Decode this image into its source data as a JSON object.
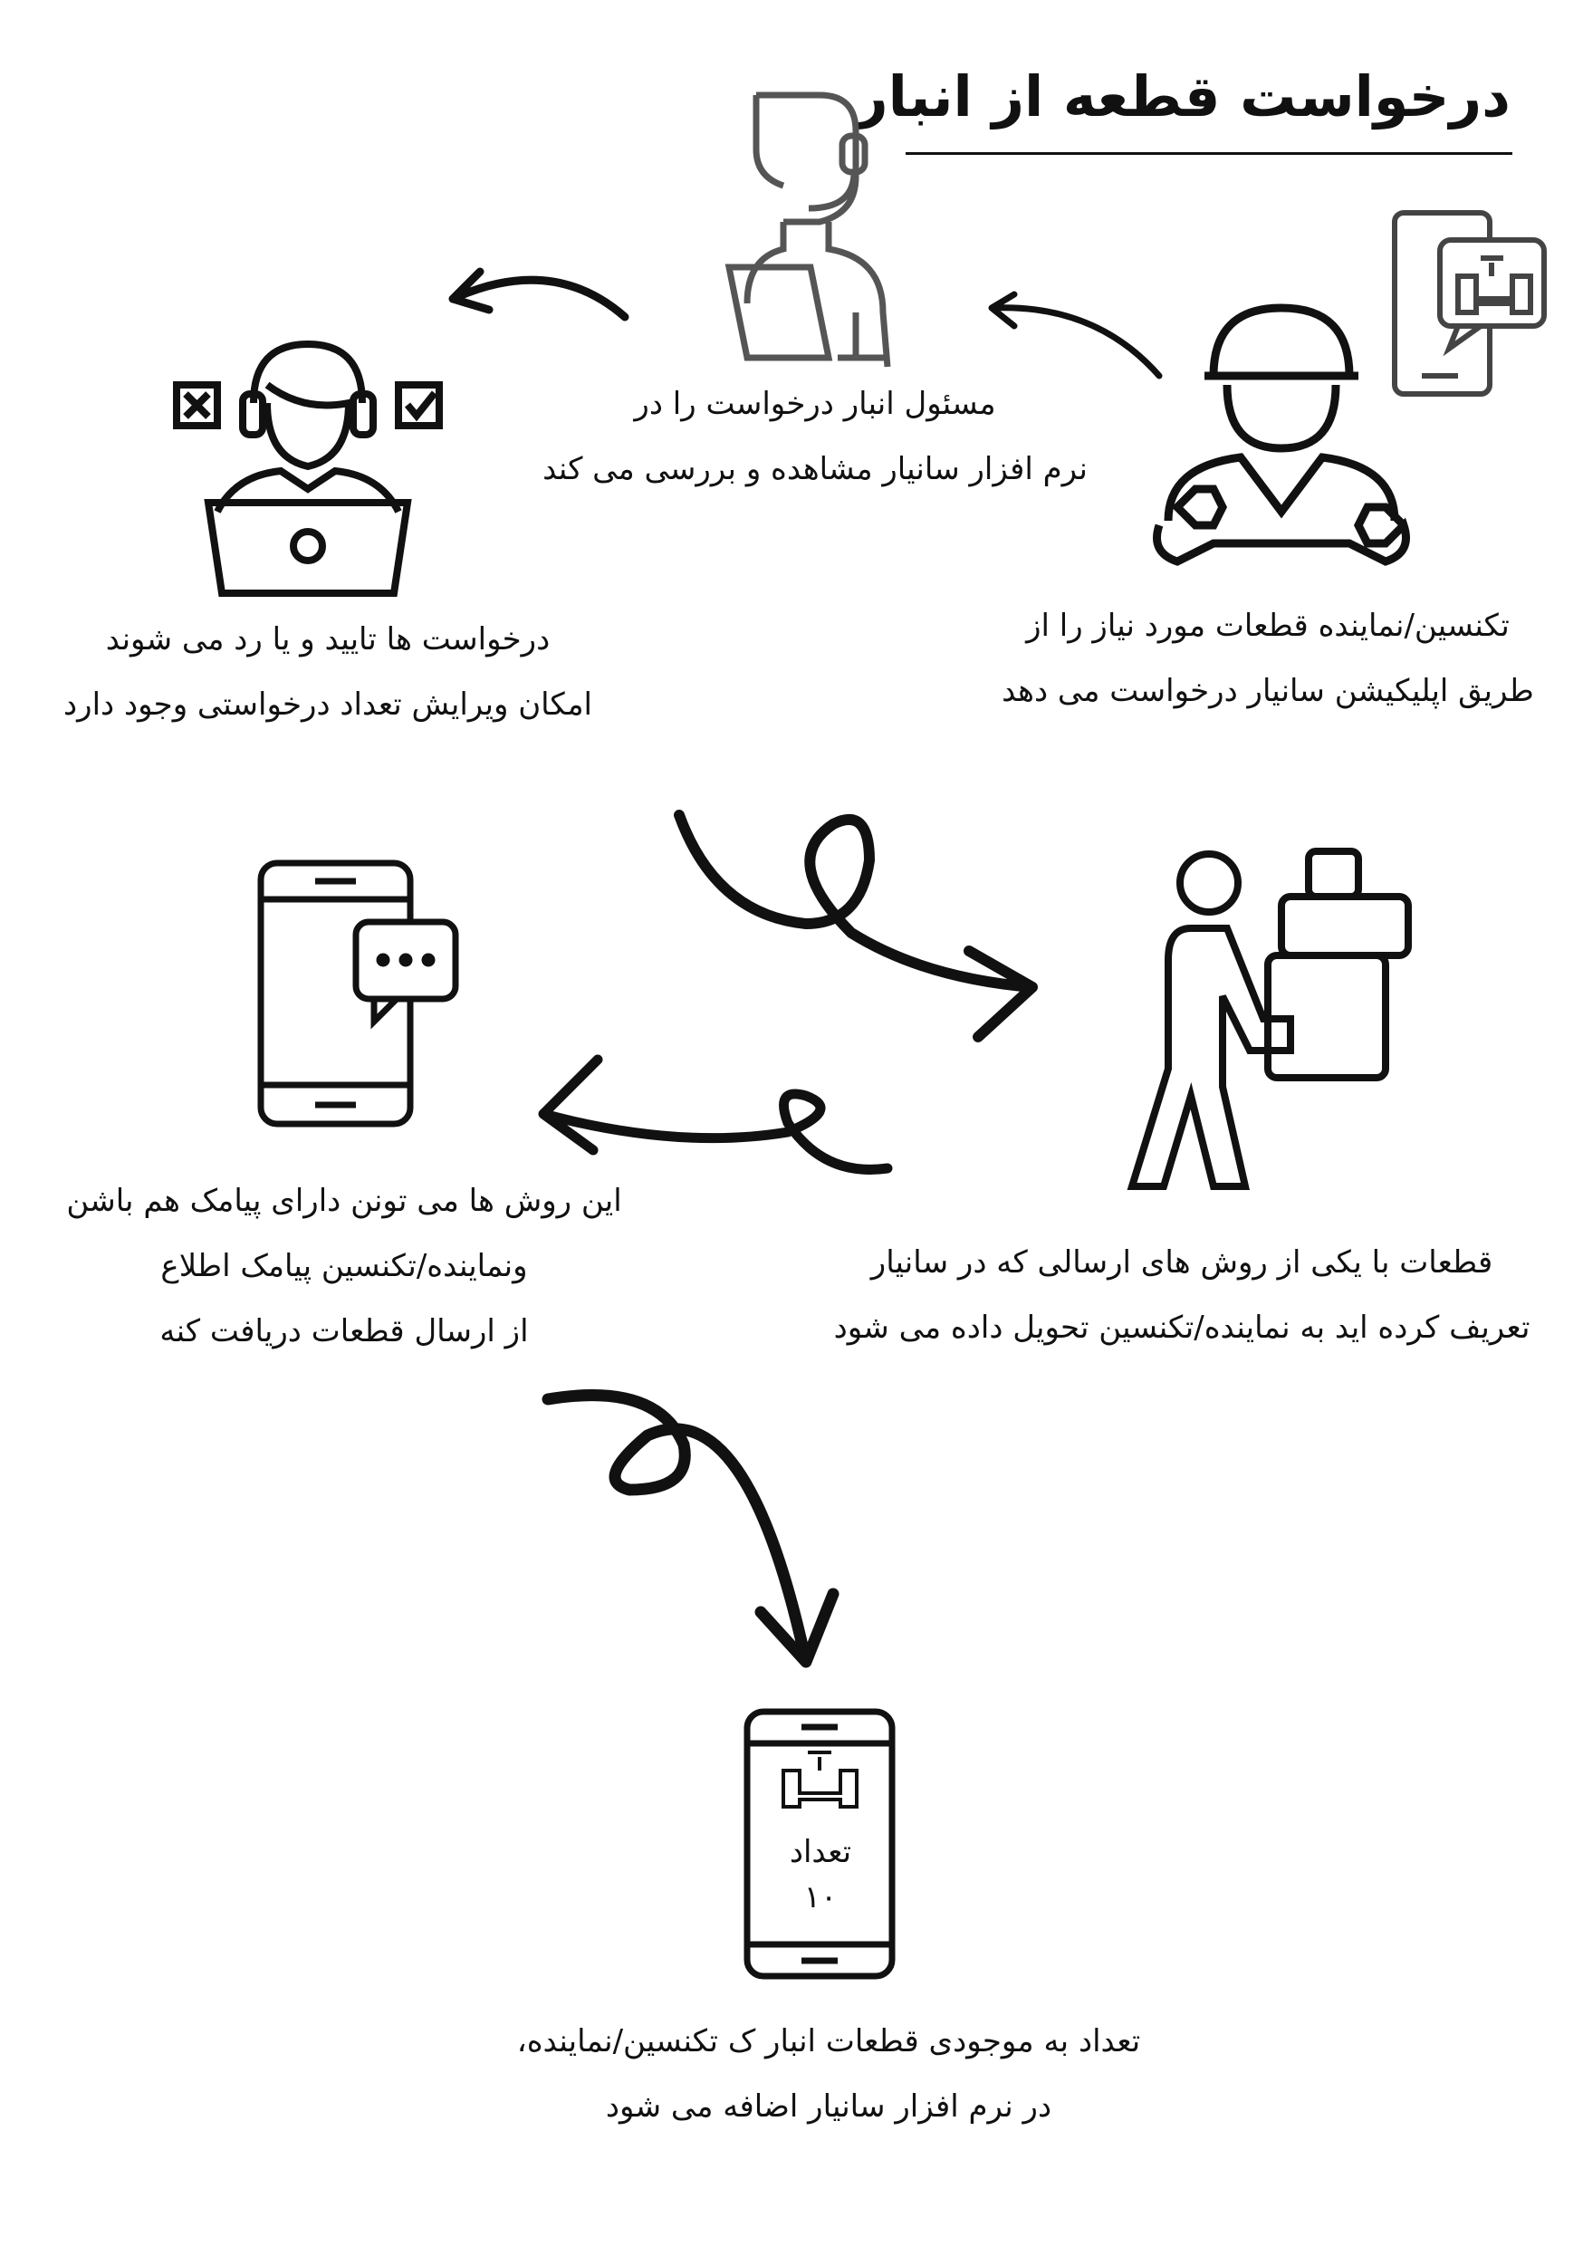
{
  "title": "درخواست قطعه از انبار",
  "steps": {
    "technician_request": [
      "تکنسین/نماینده قطعات مورد نیاز را از",
      "طریق اپلیکیشن سانیار درخواست می دهد"
    ],
    "warehouse_review": [
      "مسئول انبار درخواست را در",
      "نرم افزار سانیار مشاهده و بررسی می کند"
    ],
    "approval": [
      "درخواست ها تایید و یا رد می شوند",
      "امکان ویرایش تعداد درخواستی وجود دارد"
    ],
    "delivery": [
      "قطعات با یکی از روش های ارسالی که در سانیار",
      "تعریف کرده اید به نماینده/تکنسین تحویل داده می شود"
    ],
    "sms": [
      "این روش ها می تونن دارای پیامک هم باشن",
      "ونماینده/تکنسین پیامک اطلاع",
      "از ارسال قطعات دریافت کنه"
    ],
    "inventory": [
      "تعداد به موجودی قطعات انبار ک تکنسین/نماینده،",
      "در نرم افزار سانیار اضافه می شود"
    ]
  },
  "phone_screen": {
    "label": "تعداد",
    "count": "۱۰"
  },
  "icons": [
    "headset-support-icon",
    "technician-wrench-icon",
    "phone-valve-chat-icon",
    "operator-laptop-icon",
    "delivery-person-boxes-icon",
    "phone-chat-icon",
    "phone-valve-count-icon",
    "curved-arrow-icon"
  ],
  "colors": {
    "ink": "#111111",
    "background": "#ffffff"
  }
}
